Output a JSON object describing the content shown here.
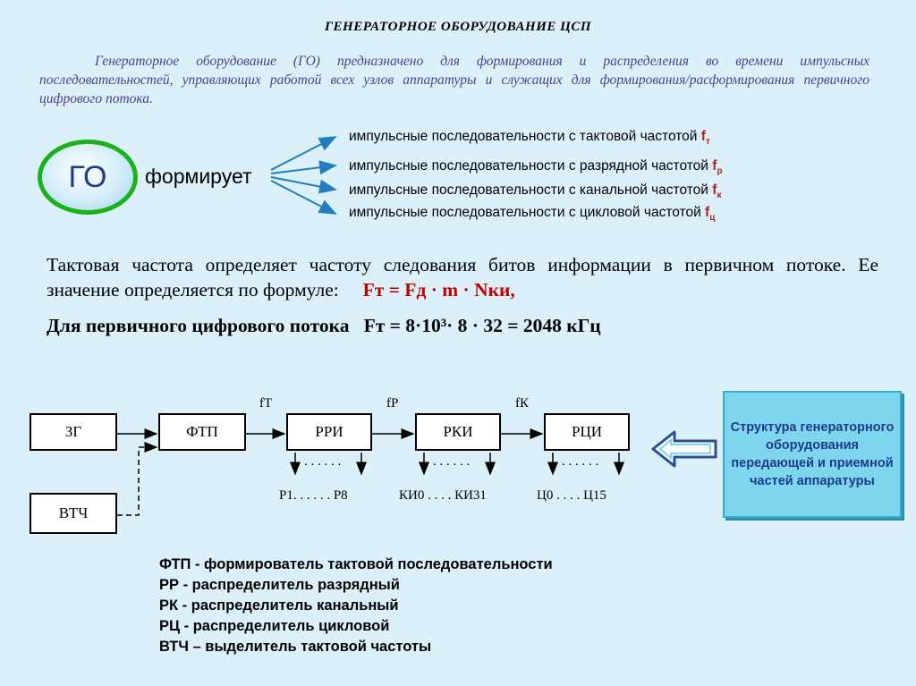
{
  "title": "ГЕНЕРАТОРНОЕ ОБОРУДОВАНИЕ ЦСП",
  "intro": "Генераторное оборудование (ГО) предназначено для формирования и распределения во времени импульсных последовательностей, управляющих работой всех узлов аппаратуры и служащих для формирования/расформирования первичного цифрового потока.",
  "go": {
    "label": "ГО",
    "verb": "формирует",
    "sequences": [
      {
        "text": "импульсные последовательности с тактовой частотой ",
        "sym": "f",
        "sub": "т"
      },
      {
        "text": "импульсные последовательности с разрядной частотой ",
        "sym": "f",
        "sub": "р"
      },
      {
        "text": "импульсные последовательности с канальной частотой ",
        "sym": "f",
        "sub": "к"
      },
      {
        "text": "импульсные последовательности с цикловой частотой ",
        "sym": "f",
        "sub": "ц"
      }
    ]
  },
  "paragraph": {
    "text": "Тактовая частота определяет частоту следования битов информации в первичном потоке. Ее значение определяется по формуле:",
    "formula": "Fт = Fд · m · Nки,"
  },
  "primary": {
    "label": "Для первичного цифрового потока",
    "formula": "Fт = 8·10³· 8 · 32 = 2048 кГц"
  },
  "diagram": {
    "blocks": {
      "zg": "ЗГ",
      "ftp": "ФТП",
      "rri": "РРИ",
      "rki": "РКИ",
      "rci": "РЦИ",
      "vtch": "ВТЧ"
    },
    "freq_labels": {
      "ft": "fТ",
      "fr": "fР",
      "fk": "fК"
    },
    "dots": ". . . . . .",
    "outputs": {
      "rri": "Р1. . . . . . Р8",
      "rki": "КИ0 . . . . КИ31",
      "rci": "Ц0 . . . . Ц15"
    }
  },
  "info_box": "Структура генераторного оборудования передающей и приемной частей аппаратуры",
  "legend": [
    "ФТП - формирователь тактовой последовательности",
    "РР - распределитель разрядный",
    "РК - распределитель канальный",
    "РЦ - распределитель цикловой",
    "ВТЧ – выделитель тактовой частоты"
  ],
  "colors": {
    "background": "#dcf0fa",
    "intro_text": "#4a3f8f",
    "formula": "#c00000",
    "circle_border": "#1ab21a",
    "info_box": "#7ed6ee",
    "arrows": "#1f7fc0"
  }
}
